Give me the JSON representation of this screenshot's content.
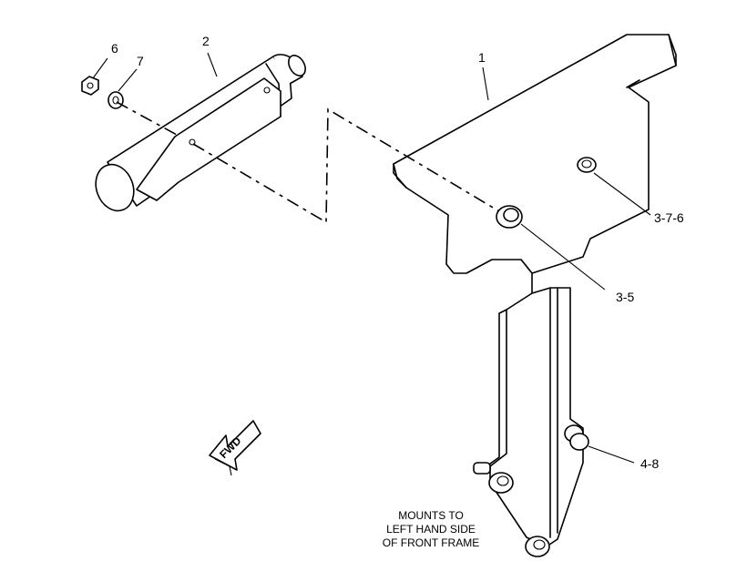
{
  "callouts": {
    "bracket": "1",
    "cylinder": "2",
    "nut_left": "6",
    "washer_left": "7",
    "bolt_upper": "3-7-6",
    "bolt_mid": "3-5",
    "bolt_lower": "4-8"
  },
  "note": {
    "line1": "MOUNTS TO",
    "line2": "LEFT HAND SIDE",
    "line3": "OF FRONT FRAME"
  },
  "fwd_arrow": {
    "label": "FWD",
    "icon": "forward-arrow-icon"
  },
  "colors": {
    "line": "#000000",
    "background": "#ffffff"
  }
}
